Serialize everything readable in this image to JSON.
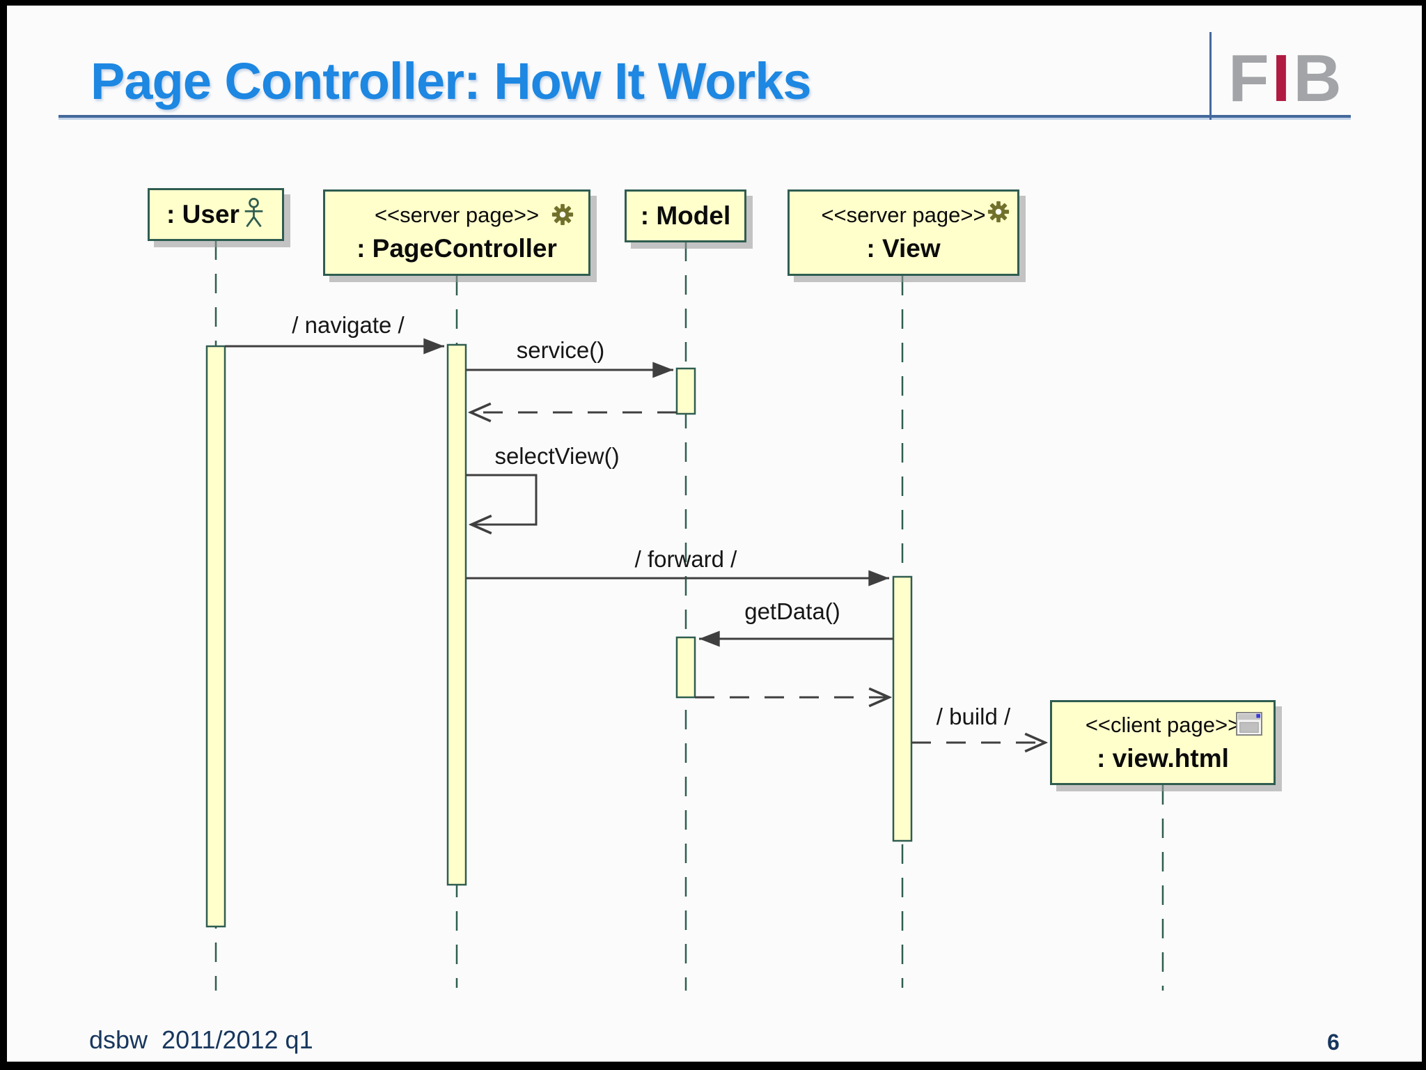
{
  "slide": {
    "title": "Page Controller: How It Works",
    "title_color": "#1d87e2",
    "logo": {
      "f": "F",
      "i": "I",
      "b": "B",
      "gray": "#a2a4a7",
      "red": "#b11a41"
    },
    "footer": {
      "course": "dsbw  2011/2012 q1",
      "page_number": "6",
      "color": "#17365d"
    }
  },
  "diagram": {
    "type": "uml-sequence",
    "colors": {
      "box_fill": "#ffffcc",
      "box_border": "#2f5d50",
      "arrow": "#3f3f3f",
      "lifeline": "#2f5d50"
    },
    "lifelines": [
      {
        "label": ": User",
        "icon": "actor-icon"
      },
      {
        "stereotype": "<<server page>>",
        "label": ": PageController",
        "icon": "gear-icon"
      },
      {
        "label": ": Model",
        "icon": null
      },
      {
        "stereotype": "<<server page>>",
        "label": ": View",
        "icon": "gear-icon"
      },
      {
        "stereotype": "<<client page>>",
        "label": ": view.html",
        "icon": "client-page-icon"
      }
    ],
    "messages": [
      {
        "label": "/ navigate /",
        "from": ": User",
        "to": ": PageController",
        "kind": "sync-solid"
      },
      {
        "label": "service()",
        "from": ": PageController",
        "to": ": Model",
        "kind": "sync-solid"
      },
      {
        "label": "",
        "from": ": Model",
        "to": ": PageController",
        "kind": "return-dashed"
      },
      {
        "label": "selectView()",
        "from": ": PageController",
        "to": ": PageController",
        "kind": "self-call"
      },
      {
        "label": "/ forward /",
        "from": ": PageController",
        "to": ": View",
        "kind": "sync-solid"
      },
      {
        "label": "getData()",
        "from": ": View",
        "to": ": Model",
        "kind": "sync-solid"
      },
      {
        "label": "",
        "from": ": Model",
        "to": ": View",
        "kind": "return-dashed"
      },
      {
        "label": "/ build /",
        "from": ": View",
        "to": ": view.html",
        "kind": "create-dashed"
      }
    ]
  }
}
